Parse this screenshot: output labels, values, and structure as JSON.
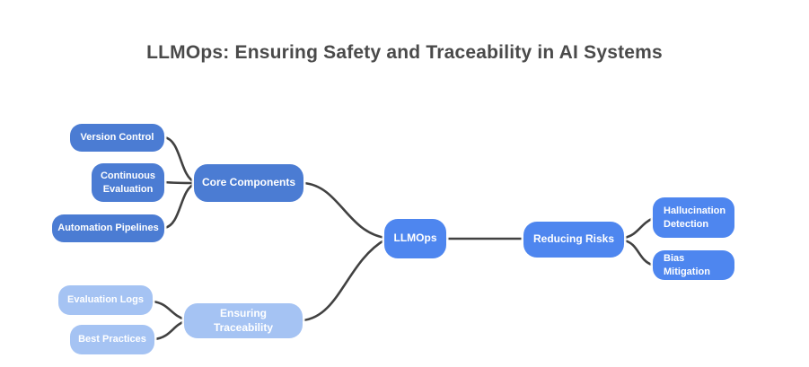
{
  "title": "LLMOps: Ensuring Safety and Traceability in AI Systems",
  "mindmap": {
    "root": {
      "label": "LLMOps"
    },
    "branches": [
      {
        "label": "Core Components",
        "side": "left",
        "children": [
          {
            "label": "Version Control"
          },
          {
            "label": "Continuous Evaluation"
          },
          {
            "label": "Automation Pipelines"
          }
        ]
      },
      {
        "label": "Ensuring Traceability",
        "side": "left",
        "children": [
          {
            "label": "Evaluation Logs"
          },
          {
            "label": "Best Practices"
          }
        ]
      },
      {
        "label": "Reducing Risks",
        "side": "right",
        "children": [
          {
            "label": "Hallucination Detection"
          },
          {
            "label": "Bias Mitigation"
          }
        ]
      }
    ]
  },
  "colors": {
    "bright_blue": "#4e86ef",
    "medium_blue": "#4b7cd3",
    "light_blue": "#a5c3f3",
    "connector": "#414141",
    "title_gray": "#4a4a4a",
    "node_text": "#ffffff"
  }
}
